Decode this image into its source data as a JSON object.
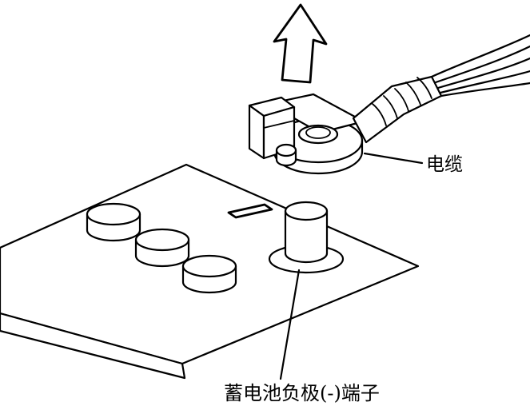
{
  "figure": {
    "labels": {
      "cable": "电缆",
      "negative_terminal": "蓄电池负极(-)端子"
    },
    "colors": {
      "line": "#000000",
      "background": "#ffffff"
    },
    "icons": {
      "removal_direction": "up-arrow"
    }
  }
}
